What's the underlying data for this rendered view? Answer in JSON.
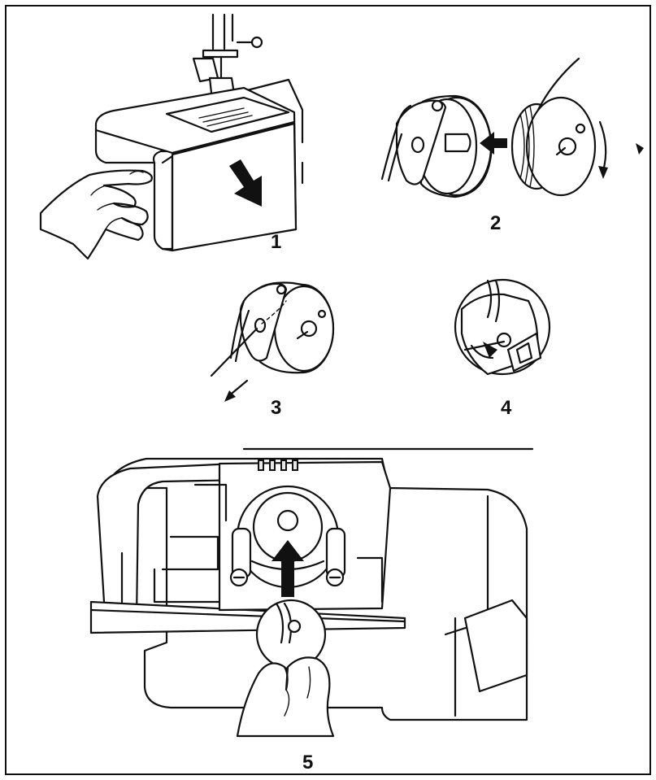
{
  "steps": [
    {
      "id": "step-1",
      "label": "1"
    },
    {
      "id": "step-2",
      "label": "2"
    },
    {
      "id": "step-3",
      "label": "3"
    },
    {
      "id": "step-4",
      "label": "4"
    },
    {
      "id": "step-5",
      "label": "5"
    }
  ]
}
